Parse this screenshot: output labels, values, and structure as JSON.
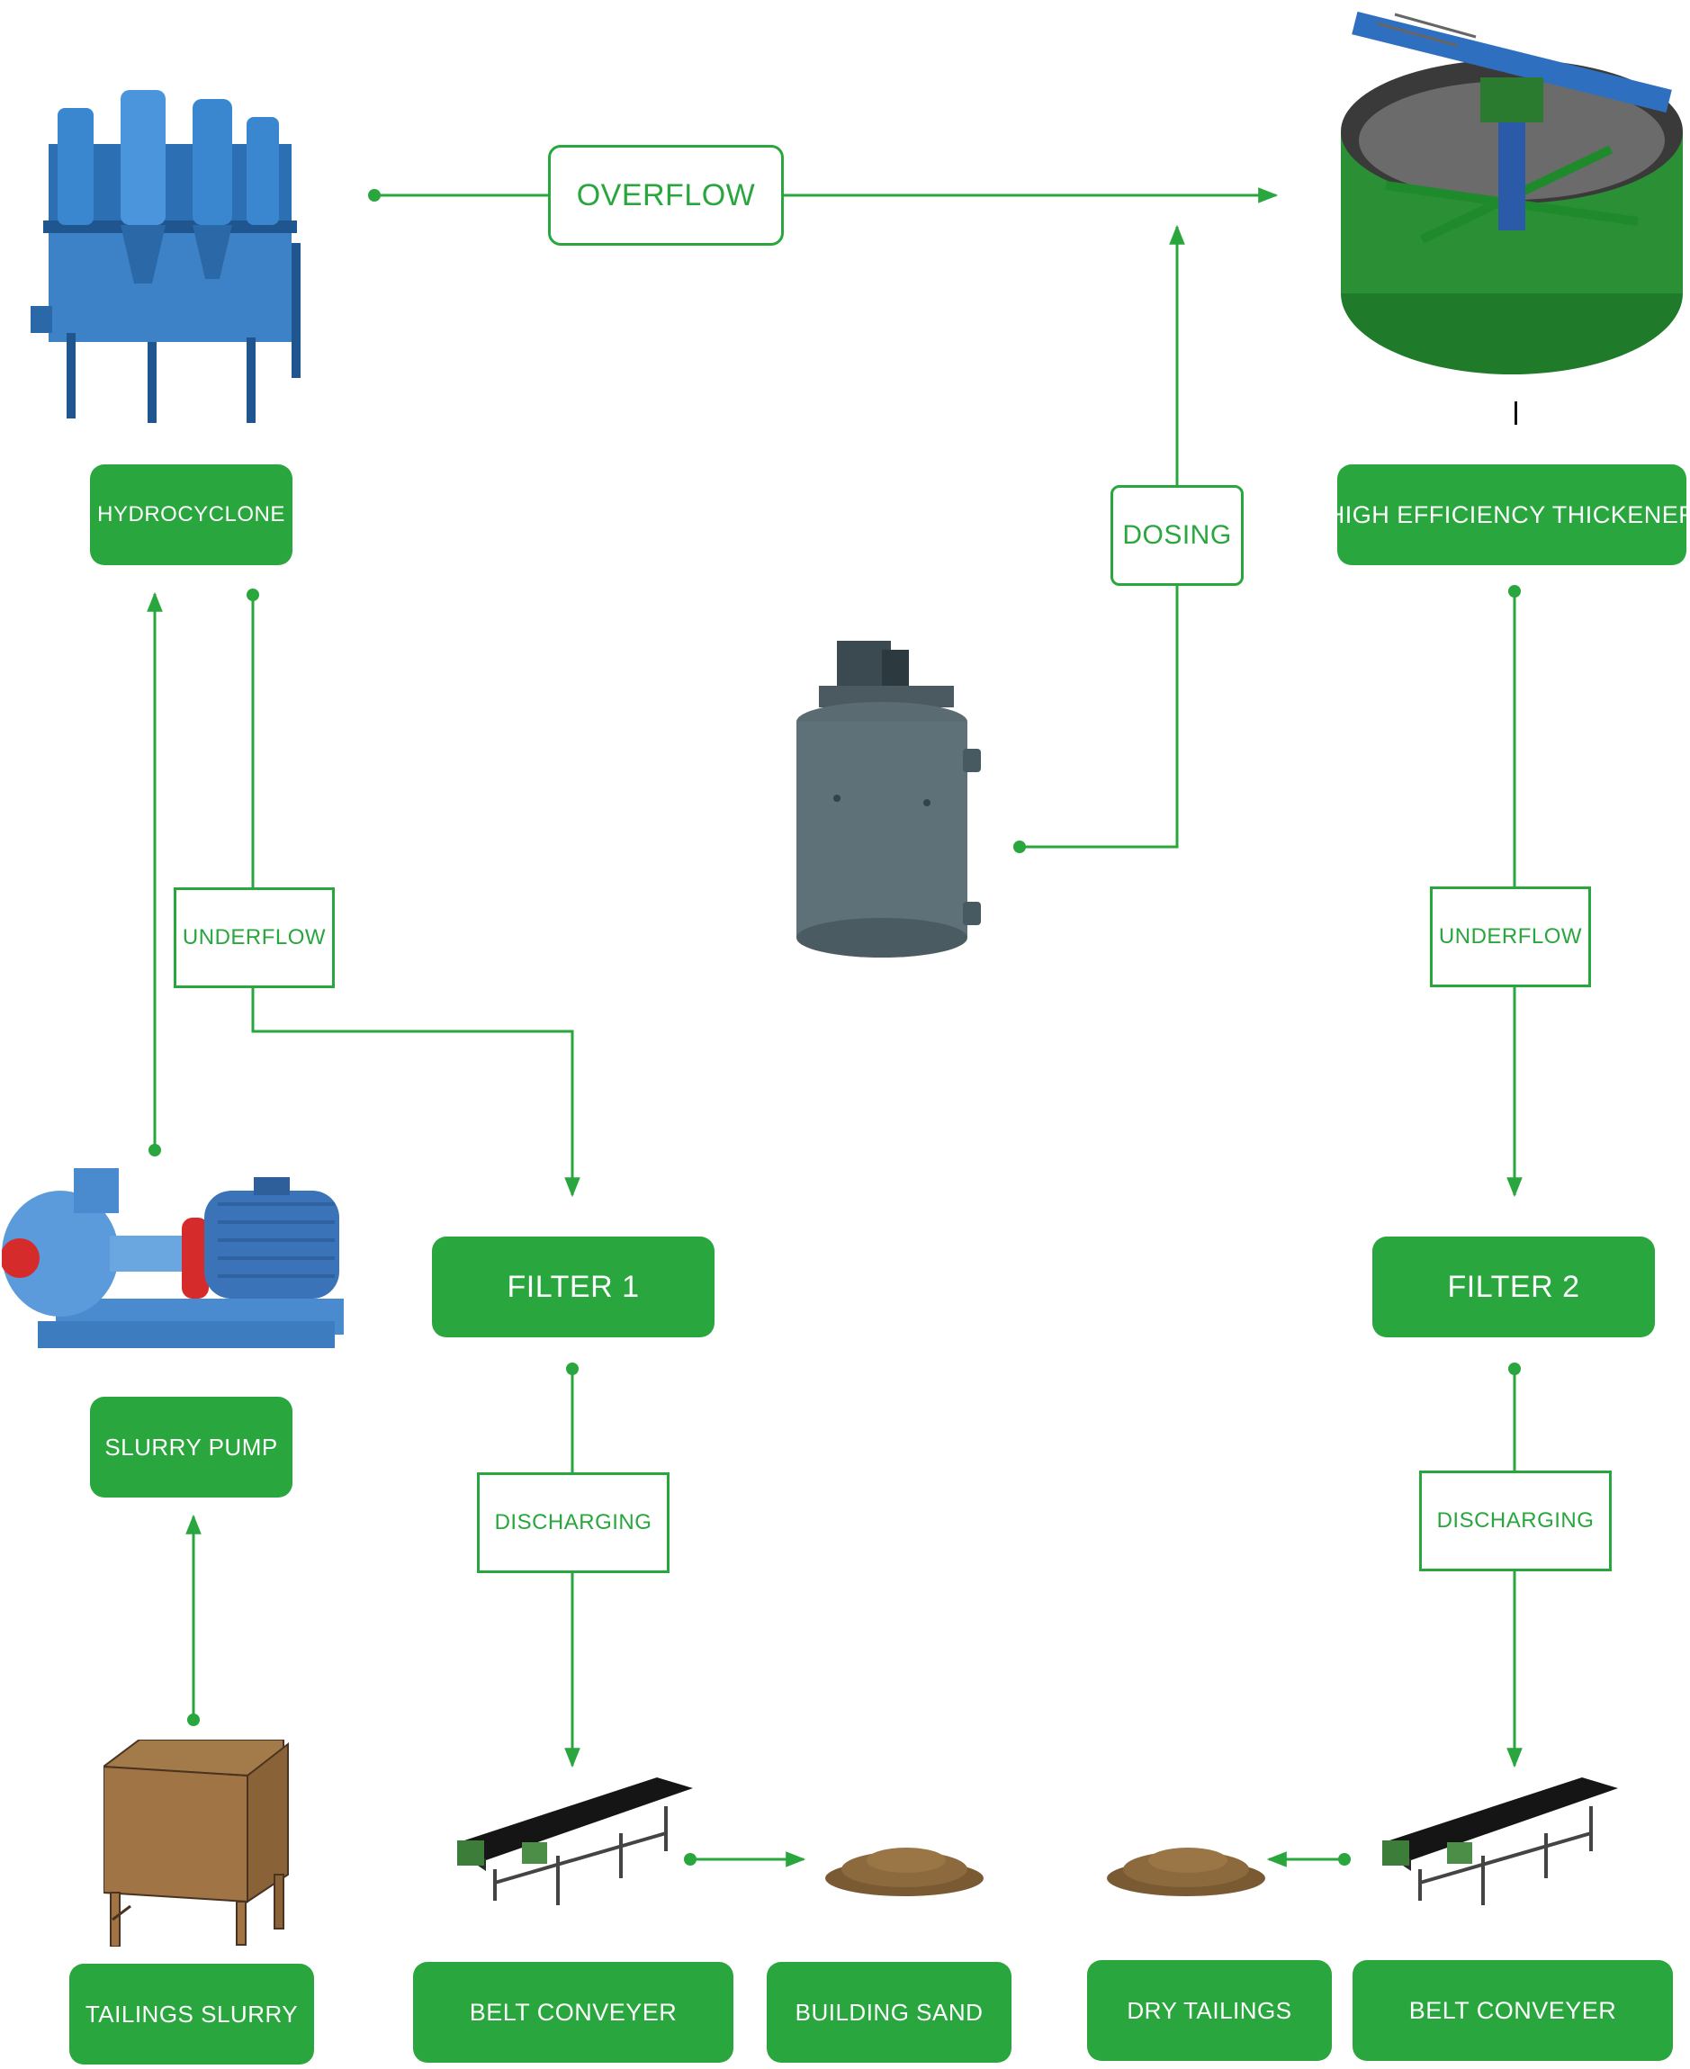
{
  "colors": {
    "accent": "#29a63d",
    "background": "#ffffff",
    "label_text": "#ffffff"
  },
  "nodes": {
    "hydrocyclone": "HYDROCYCLONE",
    "thickener": "HIGH EFFICIENCY THICKENER",
    "filter1": "FILTER 1",
    "filter2": "FILTER 2",
    "slurry_pump": "SLURRY PUMP",
    "tailings_slurry": "TAILINGS SLURRY",
    "belt_conveyer_1": "BELT CONVEYER",
    "building_sand": "BUILDING SAND",
    "dry_tailings": "DRY TAILINGS",
    "belt_conveyer_2": "BELT CONVEYER"
  },
  "flow_labels": {
    "overflow": "OVERFLOW",
    "dosing": "DOSING",
    "underflow_left": "UNDERFLOW",
    "underflow_right": "UNDERFLOW",
    "discharging_left": "DISCHARGING",
    "discharging_right": "DISCHARGING"
  },
  "equipment_images": [
    "hydrocyclone-image",
    "thickener-image",
    "dosing-tank-image",
    "slurry-pump-image",
    "tailings-tank-image",
    "belt-conveyer-image",
    "sand-pile-image",
    "tailings-pile-image"
  ]
}
